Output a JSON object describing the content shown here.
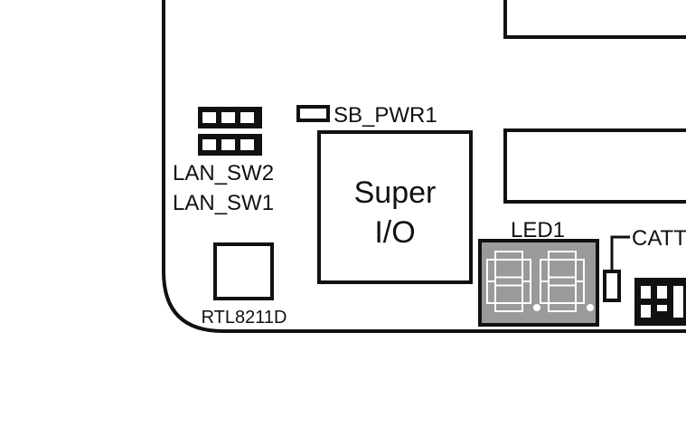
{
  "labels": {
    "sb_pwr1": "SB_PWR1",
    "lan_sw2": "LAN_SW2",
    "lan_sw1": "LAN_SW1",
    "super_io_line1": "Super",
    "super_io_line2": "I/O",
    "led1": "LED1",
    "catt": "CATT",
    "rtl8211d": "RTL8211D"
  },
  "led_display": {
    "digits": 2,
    "segment_color": "#ffffff",
    "housing_color": "#9a9a9a"
  },
  "colors": {
    "stroke": "#111111",
    "background": "#ffffff"
  }
}
